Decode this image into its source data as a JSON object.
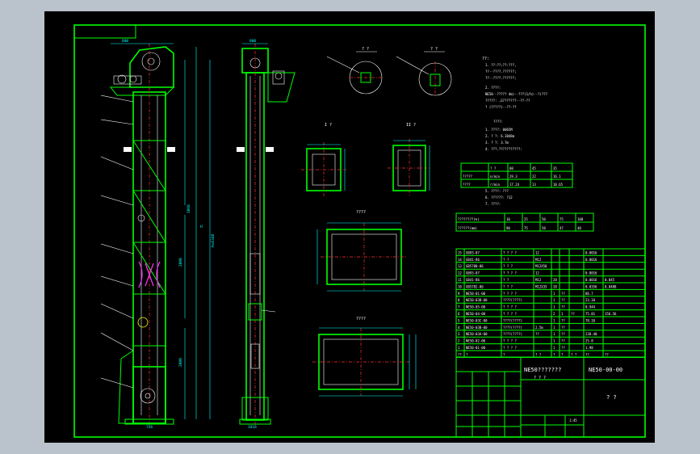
{
  "title_block": {
    "drawing_title": "NE50???????",
    "drawing_subtitle": "? ? ?",
    "drawing_number": "NE50-00-00",
    "drawing_code": "? ?",
    "scale": "1:45"
  },
  "notes": {
    "heading": "??:",
    "lines": [
      "1. ??:??;??:???,",
      "   ??--????.??????;",
      "   ??--????.??????;",
      "2. ????:",
      "   NE50--????? 4m)--???(1/h)--?(???",
      "   ?????: ,G???????--??-??",
      "   ? (?????)--??-??",
      "????:",
      "1. ????: 0065M",
      "2. ?  ?: 6.3848m",
      "3. ?  ?: 3.7m",
      "4. ???,???????????:"
    ],
    "extra_lines": [
      "5. ????: ???",
      "6. ??????: ?12",
      "7. ????:"
    ]
  },
  "speed_table": {
    "rows": [
      [
        "",
        "? ?",
        "60",
        "45",
        "35"
      ],
      [
        "?????",
        "n/min",
        "29.3",
        "22",
        "16.1"
      ],
      [
        "????",
        "r/min",
        "17.24",
        "13",
        "10.65"
      ]
    ]
  },
  "lump_table": {
    "rows": [
      [
        "????????(%)",
        "10",
        "25",
        "50",
        "75",
        "100"
      ],
      [
        "??????(mm)",
        "90",
        "75",
        "58",
        "47",
        "40"
      ]
    ]
  },
  "section_labels": {
    "top1": "? ?",
    "top2": "? ?",
    "sec1": "I  ?",
    "sec2": "II  ?",
    "sec3": "????",
    "sec4": "????"
  },
  "dimensions": {
    "top_width": "800",
    "side_width": "800",
    "height_total": "H=6348",
    "h_label": "H",
    "d1": "1060",
    "d2": "2000",
    "d3": "2000",
    "d4": "2000",
    "base": "726",
    "base2": "1016"
  },
  "bom": {
    "rows": [
      [
        "15",
        "GB93-87",
        "? ? ? ?",
        "12",
        "",
        "",
        "",
        "0.0016",
        ""
      ],
      [
        "14",
        "GB41-86",
        "? ?",
        "M12",
        "",
        "",
        "",
        "0.0016",
        ""
      ],
      [
        "13",
        "GB5780-86",
        "? ? ?",
        "M12X50",
        "",
        "",
        "",
        "",
        ""
      ],
      [
        "12",
        "GB93-87",
        "? ? ? ?",
        "12",
        "",
        "",
        "",
        "0.0016",
        ""
      ],
      [
        "11",
        "GB41-86",
        "? ?",
        "M12",
        "28",
        "",
        "",
        "0.0016",
        "0.045"
      ],
      [
        "10",
        "GB5782-86",
        "? ? ?",
        "M12X35",
        "28",
        "",
        "",
        "0.0356",
        "0.0488"
      ],
      [
        "9",
        "NE50-01-00",
        "? ? ? ?",
        "",
        "1",
        "??",
        "",
        "86.7",
        ""
      ],
      [
        "8",
        "NE50-03B-00",
        "????(????)",
        "",
        "1",
        "??",
        "",
        "23.10",
        ""
      ],
      [
        "7",
        "NE50-05-00",
        "? ? ? ?",
        "",
        "1",
        "??",
        "",
        "0.944",
        ""
      ],
      [
        "6",
        "NE50-04-00",
        "? ? ? ?",
        "",
        "2",
        "1",
        "??",
        "75.81",
        "156.56"
      ],
      [
        "5",
        "NE50-03C-00",
        "????(????)",
        "",
        "1",
        "??",
        "",
        "78.10",
        ""
      ],
      [
        "4",
        "NE50-03B-00",
        "????(????)",
        "2.5m",
        "1",
        "??",
        "",
        "",
        ""
      ],
      [
        "3",
        "NE50-03A-00",
        "????(????)",
        "??",
        "1",
        "??",
        "",
        "238.40",
        ""
      ],
      [
        "2",
        "NE50-02-00",
        "? ? ? ?",
        "",
        "1",
        "??",
        "",
        "25.8",
        ""
      ],
      [
        "1",
        "NE50-01-00",
        "? ? ? ?",
        "",
        "1",
        "??",
        "",
        "1.98",
        ""
      ],
      [
        "??",
        "?",
        "?",
        "? ?",
        "?",
        "?",
        "? ?",
        "??",
        "??"
      ]
    ]
  },
  "colors": {
    "background": "#000000",
    "frame": "#00ff00",
    "text": "#ffffff",
    "centerline": "#ff3030",
    "dimension": "#00ffff"
  }
}
